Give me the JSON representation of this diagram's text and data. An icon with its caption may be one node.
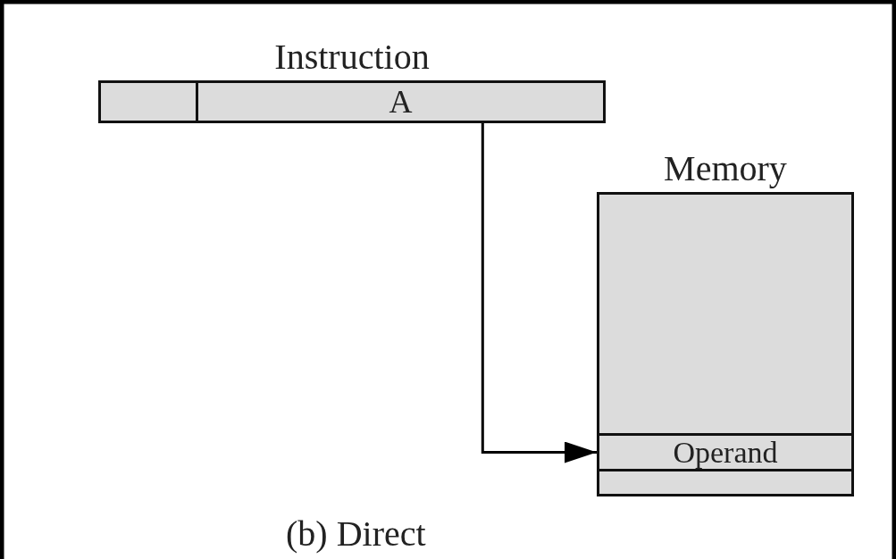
{
  "diagram": {
    "caption": "(b) Direct",
    "nodes": [
      {
        "text": [
          "Instruction"
        ]
      },
      {
        "text": [],
        "shape": "box",
        "in": 0
      },
      {
        "text": [
          "A"
        ],
        "in": 0
      },
      {
        "text": [
          "Memory"
        ]
      },
      {
        "text": [],
        "shape": "box",
        "in": 3
      },
      {
        "text": [
          "Operand"
        ],
        "in": 3
      },
      {
        "text": [],
        "shape": "box",
        "in": 3
      }
    ],
    "edges": [
      {
        "from": 2,
        "to": 5,
        "arrow": "to"
      }
    ]
  }
}
